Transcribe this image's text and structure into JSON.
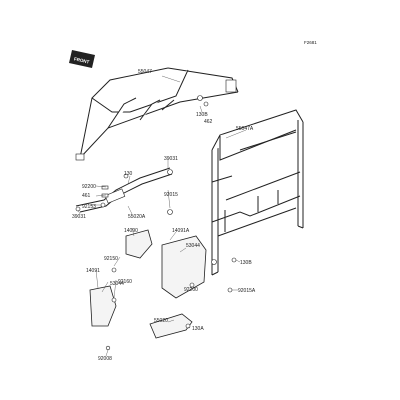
{
  "diagram": {
    "code": "F2681",
    "badge": "FRONT",
    "parts": [
      {
        "id": "p55047",
        "label": "55047"
      },
      {
        "id": "p130b_a",
        "label": "130B"
      },
      {
        "id": "p462",
        "label": "462"
      },
      {
        "id": "p55047a",
        "label": "55047A"
      },
      {
        "id": "p39031_a",
        "label": "39031"
      },
      {
        "id": "p130",
        "label": "130"
      },
      {
        "id": "p92200_a",
        "label": "92200"
      },
      {
        "id": "p461",
        "label": "461"
      },
      {
        "id": "p92015",
        "label": "92015"
      },
      {
        "id": "p92153",
        "label": "92153"
      },
      {
        "id": "p55020a",
        "label": "55020A"
      },
      {
        "id": "p39031_b",
        "label": "39031"
      },
      {
        "id": "p14090",
        "label": "14090"
      },
      {
        "id": "p14091a",
        "label": "14091A"
      },
      {
        "id": "p53044_a",
        "label": "53044"
      },
      {
        "id": "p92150",
        "label": "92150"
      },
      {
        "id": "p14091",
        "label": "14091"
      },
      {
        "id": "p92160",
        "label": "92160"
      },
      {
        "id": "p53044_b",
        "label": "53044"
      },
      {
        "id": "p92200_b",
        "label": "92200"
      },
      {
        "id": "p130b_b",
        "label": "130B"
      },
      {
        "id": "p92015a",
        "label": "92015A"
      },
      {
        "id": "p55020",
        "label": "55020"
      },
      {
        "id": "p130a",
        "label": "130A"
      },
      {
        "id": "p92008",
        "label": "92008"
      }
    ]
  }
}
